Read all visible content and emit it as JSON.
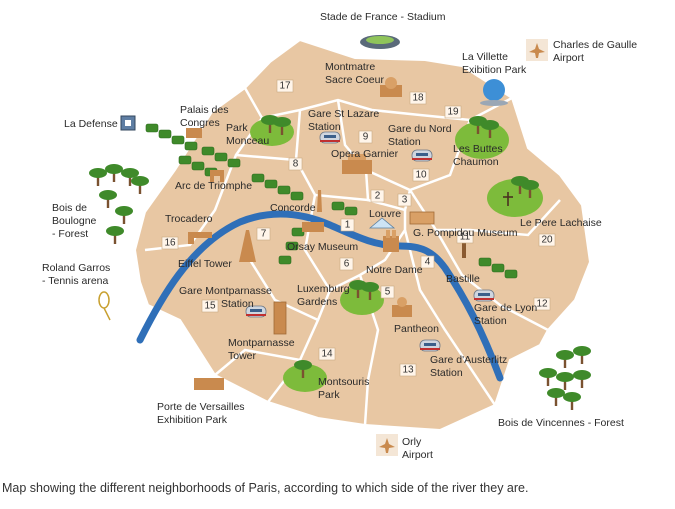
{
  "colors": {
    "land": "#e8c7a3",
    "land_stroke": "#ffffff",
    "river": "#2f6fb8",
    "park": "#7dbb3b",
    "tree": "#3f8a2a",
    "building": "#c98a4e",
    "icon_bg": "#f4e6d6"
  },
  "labels": {
    "stade": "Stade de France - Stadium",
    "cdg_1": "Charles de Gaulle",
    "cdg_2": "Airport",
    "montmartre_1": "Montmatre",
    "montmartre_2": "Sacre Coeur",
    "villette_1": "La Villette",
    "villette_2": "Exibition Park",
    "defense": "La Defense",
    "palais_1": "Palais des",
    "palais_2": "Congres",
    "lazare_1": "Gare St Lazare",
    "lazare_2": "Station",
    "nord_1": "Gare du Nord",
    "nord_2": "Station",
    "monceau_1": "Park",
    "monceau_2": "Monceau",
    "opera": "Opera Garnier",
    "buttes_1": "Les Buttes",
    "buttes_2": "Chaumon",
    "triomphe": "Arc de Triomphe",
    "concorde": "Concorde",
    "boulogne_1": "Bois de",
    "boulogne_2": "Boulogne",
    "boulogne_3": "- Forest",
    "trocadero": "Trocadero",
    "louvre": "Louvre",
    "pompidou": "G. Pompidou Museum",
    "lachaise": "Le Pere Lachaise",
    "orsay": "Orsay Museum",
    "eiffel": "Eiffel Tower",
    "notredame": "Notre Dame",
    "bastille": "Bastille",
    "garros_1": "Roland Garros",
    "garros_2": "- Tennis arena",
    "montparnasse_st_1": "Gare Montparnasse",
    "montparnasse_st_2": "Station",
    "luxembourg_1": "Luxemburg",
    "luxembourg_2": "Gardens",
    "lyon_1": "Gare de Lyon",
    "lyon_2": "Station",
    "pantheon": "Pantheon",
    "mtower_1": "Montparnasse",
    "mtower_2": "Tower",
    "austerlitz_1": "Gare d'Austerlitz",
    "austerlitz_2": "Station",
    "montsouris_1": "Montsouris",
    "montsouris_2": "Park",
    "versailles_1": "Porte de Versailles",
    "versailles_2": "Exhibition Park",
    "vincennes": "Bois de Vincennes - Forest",
    "orly_1": "Orly",
    "orly_2": "Airport"
  },
  "arrondissements": {
    "a1": "1",
    "a2": "2",
    "a3": "3",
    "a4": "4",
    "a5": "5",
    "a6": "6",
    "a7": "7",
    "a8": "8",
    "a9": "9",
    "a10": "10",
    "a11": "11",
    "a12": "12",
    "a13": "13",
    "a14": "14",
    "a15": "15",
    "a16": "16",
    "a17": "17",
    "a18": "18",
    "a19": "19",
    "a20": "20"
  },
  "caption": "Map showing the different neighborhoods of Paris, according to which side of the river they are."
}
